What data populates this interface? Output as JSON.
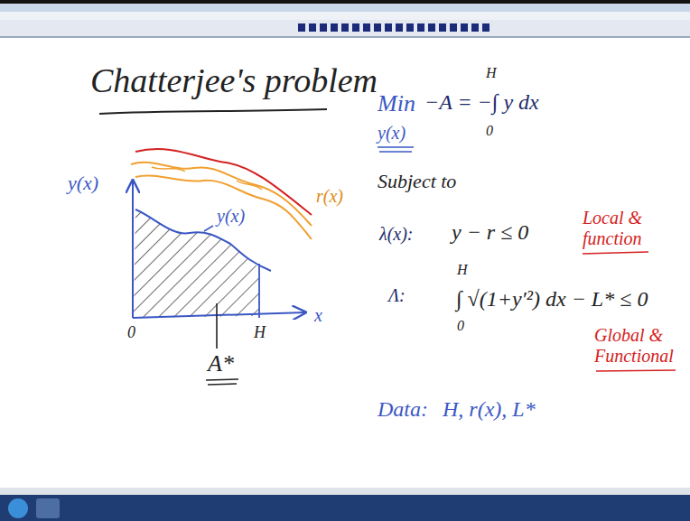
{
  "diagram": {
    "title": "Chatterjee's problem",
    "labels": [
      "y(x)",
      "r(x)",
      "y(x)",
      "0",
      "H",
      "x",
      "A*",
      "Min",
      "−A = −∫ y dx",
      "H",
      "0",
      "y(x)",
      "Subject to",
      "λ(x):",
      "y − r ≤ 0",
      "Local & function",
      "Λ:",
      "∫ √(1+y′²) dx − L* ≤ 0",
      "H",
      "0",
      "Global & Functional",
      "Data:",
      "H, r(x), L*"
    ]
  }
}
